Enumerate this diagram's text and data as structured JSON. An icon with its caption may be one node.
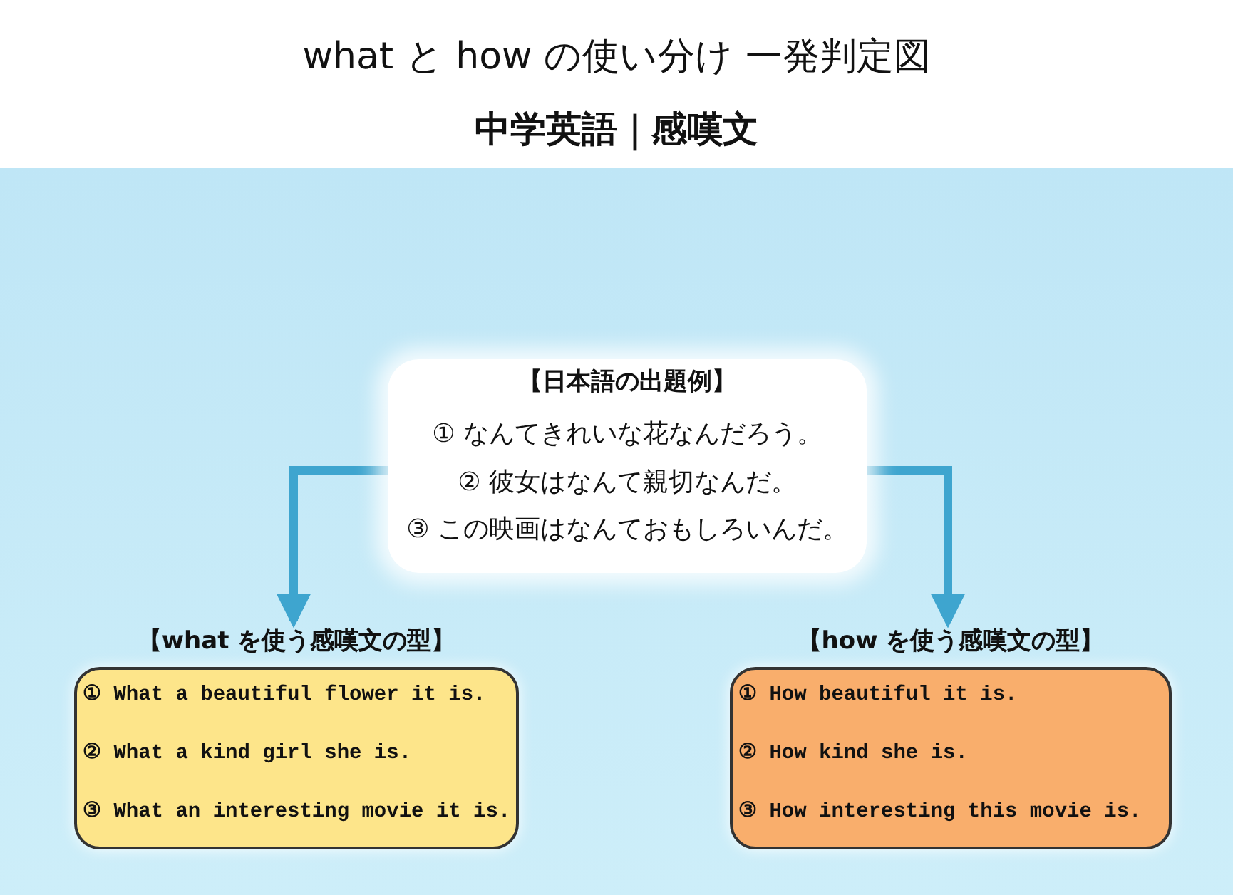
{
  "diagram": {
    "title": "what と how の使い分け 一発判定図",
    "nodes": [
      {
        "text": [
          "【日本語の出題例】",
          "① なんてきれいな花なんだろう。",
          "② 彼女はなんて親切なんだ。",
          "③ この映画はなんておもしろいんだ。"
        ]
      },
      {
        "text": [
          "【what を使う感嘆文の型】",
          "① What a beautiful flower it is.",
          "② What a kind girl she is.",
          "③ What an interesting movie it is."
        ]
      },
      {
        "text": [
          "【how を使う感嘆文の型】",
          "① How beautiful it is.",
          "② How kind she is.",
          "③ How interesting this movie is."
        ]
      }
    ],
    "edges": [
      {
        "from": 0,
        "to": 1,
        "arrow": "to"
      },
      {
        "from": 0,
        "to": 2,
        "arrow": "to"
      }
    ],
    "labels": [
      "中学英語｜感嘆文"
    ]
  }
}
